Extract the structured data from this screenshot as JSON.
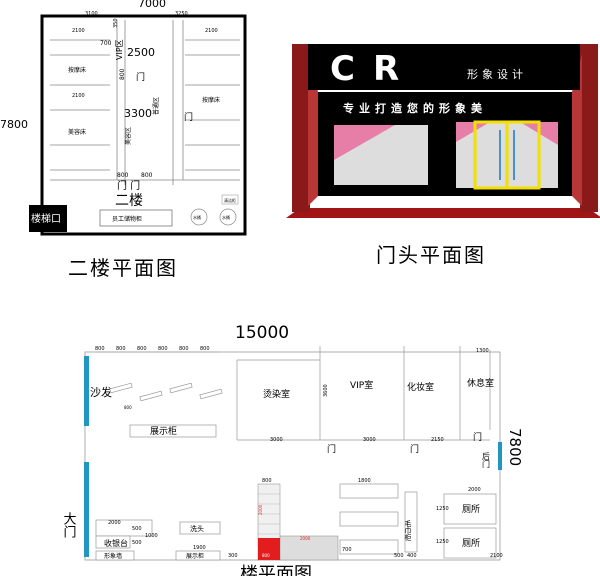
{
  "second_floor": {
    "width_label": "7000",
    "height_label": "7800",
    "dim_top_left": "3100",
    "dim_top_right": "3250",
    "dim_vert_350": "350",
    "room_vip": "VIP区",
    "vip_dim": "2500",
    "dim_700": "700",
    "dim_800": "800",
    "door_char": "门",
    "room_massage_left": "按摩床",
    "room_beauty": "美容床",
    "massage_area_num": "3300",
    "massage_area": "普通区",
    "beauty_area": "美容区",
    "room_massage_right": "按摩床",
    "dim_2100": "2100",
    "bottom_doors": "门 门",
    "bottom_800a": "800",
    "bottom_800b": "800",
    "floor_name": "二楼",
    "staircase": "楼梯口",
    "cabinet": "员工储物柜",
    "small_box": "清洁柜",
    "circle_1": "水桶",
    "circle_2": "水桶",
    "caption": "二楼平面图"
  },
  "storefront": {
    "logo": "CR",
    "logo_sub": "形象设计",
    "slogan": "专业打造您的形象美",
    "caption": "门头平面图"
  },
  "first_floor": {
    "width_label": "15000",
    "height_label": "7800",
    "top_dims": [
      "800",
      "800",
      "800",
      "800",
      "800",
      "800"
    ],
    "dim_1300": "1300",
    "sofa": "沙发",
    "seat_dim": "800",
    "display_cabinet": "展示柜",
    "room_dye": "烫染室",
    "room_vip": "VIP室",
    "room_makeup": "化妆室",
    "room_rest": "休息室",
    "dim_3000a": "3000",
    "dim_3000b": "3000",
    "dim_2150": "2150",
    "dim_3600": "3600",
    "door_char": "门",
    "back_door": "后门",
    "main_door": "大门",
    "cashier": "收银台",
    "image_wall": "形象墙",
    "display_rack": "展示柜",
    "wash_area": "洗头",
    "towel_cabinet": "毛巾柜",
    "toilet_1": "厕所",
    "toilet_2": "厕所",
    "dim_2000_c": "2000",
    "dim_500a": "500",
    "dim_500b": "500",
    "dim_1000": "1000",
    "dim_1900": "1900",
    "dim_300": "300",
    "dim_stair_800": "800",
    "dim_red_2000": "2000",
    "dim_red_2000b": "2000",
    "dim_1800": "1800",
    "dim_700": "700",
    "dim_2000_t": "2000",
    "dim_1250a": "1250",
    "dim_1250b": "1250",
    "dim_400": "400",
    "dim_500c": "500",
    "dim_300b": "300",
    "dim_2100": "2100",
    "bottom_caption": "楼平面图"
  }
}
